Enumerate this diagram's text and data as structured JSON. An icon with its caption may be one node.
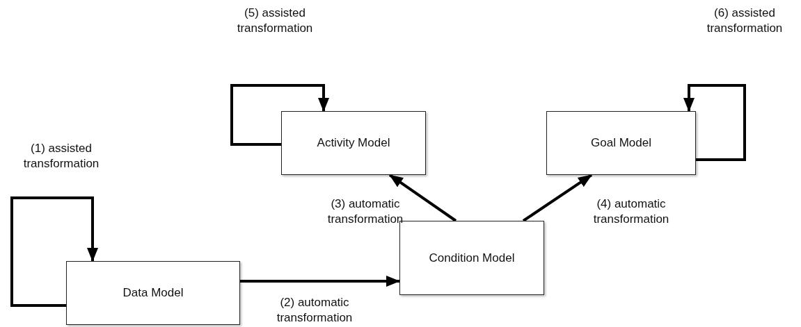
{
  "diagram": {
    "nodes": [
      {
        "text": [
          "Data Model"
        ]
      },
      {
        "text": [
          "Condition Model"
        ]
      },
      {
        "text": [
          "Activity Model"
        ]
      },
      {
        "text": [
          "Goal Model"
        ]
      }
    ],
    "edges": [
      {
        "from": 0,
        "to": 0,
        "arrow": "to",
        "label": "(1) assisted transformation"
      },
      {
        "from": 0,
        "to": 1,
        "arrow": "to",
        "label": "(2) automatic transformation"
      },
      {
        "from": 1,
        "to": 2,
        "arrow": "to",
        "label": "(3) automatic transformation"
      },
      {
        "from": 1,
        "to": 3,
        "arrow": "to",
        "label": "(4) automatic transformation"
      },
      {
        "from": 2,
        "to": 2,
        "arrow": "to",
        "label": "(5) assisted transformation"
      },
      {
        "from": 3,
        "to": 3,
        "arrow": "to",
        "label": "(6) assisted transformation"
      }
    ]
  }
}
